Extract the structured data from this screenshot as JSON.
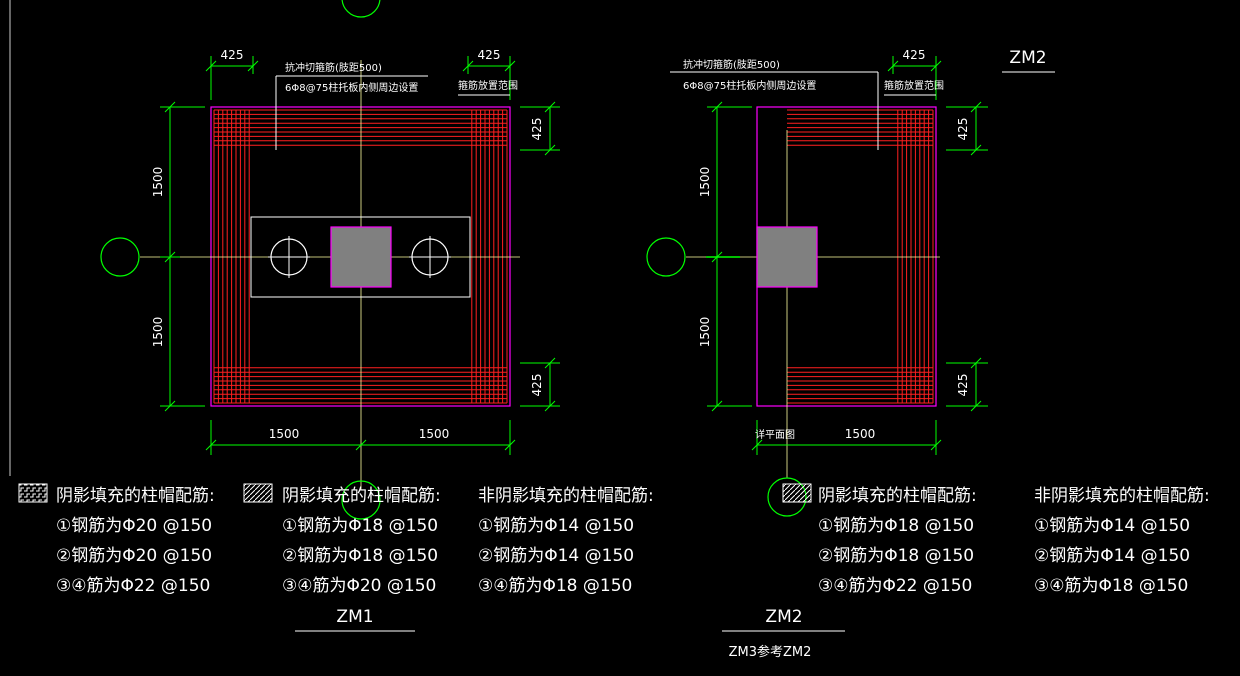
{
  "colors": {
    "background": "#000000",
    "dimension": "#00ff00",
    "outline": "#ff00ff",
    "rebar": "#ff2020",
    "axis": "#ffffa0",
    "text": "#ffffff",
    "column": "#808080"
  },
  "zm1": {
    "dim_top_left": "425",
    "dim_top_right": "425",
    "dim_right_top": "425",
    "dim_right_bottom": "425",
    "dim_left_upper": "1500",
    "dim_left_lower": "1500",
    "dim_bottom_left": "1500",
    "dim_bottom_right": "1500",
    "note_line1": "抗冲切箍筋(肢距500)",
    "note_line2": "6Φ8@75柱托板内侧周边设置",
    "note_right": "箍筋放置范围"
  },
  "zm2": {
    "corner_label": "ZM2",
    "dim_top_right": "425",
    "dim_right_top": "425",
    "dim_right_bottom": "425",
    "dim_left_upper": "1500",
    "dim_left_lower": "1500",
    "dim_bottom": "1500",
    "bottom_left_note": "详平面图",
    "note_line1": "抗冲切箍筋(肢距500)",
    "note_line2": "6Φ8@75柱托板内侧周边设置",
    "note_right": "箍筋放置范围"
  },
  "legends": [
    {
      "title": "阴影填充的柱帽配筋:",
      "l1": "①钢筋为Φ20 @150",
      "l2": "②钢筋为Φ20 @150",
      "l3": "③④筋为Φ22 @150"
    },
    {
      "title": "阴影填充的柱帽配筋:",
      "l1": "①钢筋为Φ18 @150",
      "l2": "②钢筋为Φ18 @150",
      "l3": "③④筋为Φ20 @150"
    },
    {
      "title": "非阴影填充的柱帽配筋:",
      "l1": "①钢筋为Φ14 @150",
      "l2": "②钢筋为Φ14 @150",
      "l3": "③④筋为Φ18 @150"
    },
    {
      "title": "阴影填充的柱帽配筋:",
      "l1": "①钢筋为Φ18 @150",
      "l2": "②钢筋为Φ18 @150",
      "l3": "③④筋为Φ22 @150"
    },
    {
      "title": "非阴影填充的柱帽配筋:",
      "l1": "①钢筋为Φ14 @150",
      "l2": "②钢筋为Φ14 @150",
      "l3": "③④筋为Φ18 @150"
    }
  ],
  "titles": {
    "zm1": "ZM1",
    "zm2": "ZM2",
    "zm3_note": "ZM3参考ZM2"
  }
}
